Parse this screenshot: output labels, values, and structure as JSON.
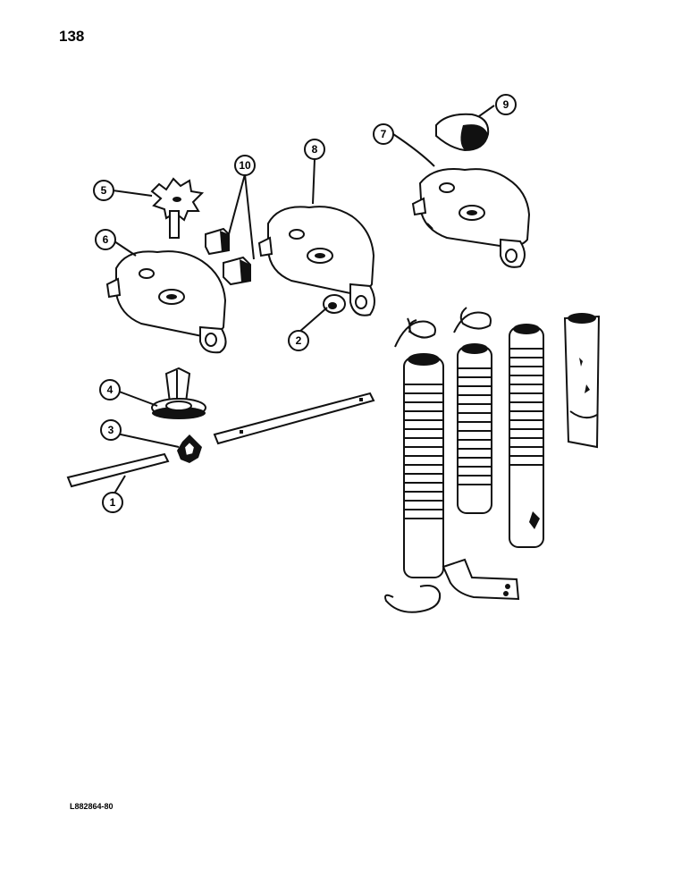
{
  "page": {
    "number": "138",
    "drawing_code": "L882864-80"
  },
  "callouts": [
    {
      "id": "callout-1",
      "label": "1",
      "part": "drive-shaft-short"
    },
    {
      "id": "callout-2",
      "label": "2",
      "part": "bushing"
    },
    {
      "id": "callout-3",
      "label": "3",
      "part": "pinion-gear"
    },
    {
      "id": "callout-4",
      "label": "4",
      "part": "bevel-gear-with-hub"
    },
    {
      "id": "callout-5",
      "label": "5",
      "part": "star-drive-wheel"
    },
    {
      "id": "callout-6",
      "label": "6",
      "part": "gearbox-housing-left"
    },
    {
      "id": "callout-7",
      "label": "7",
      "part": "gearbox-housing-right"
    },
    {
      "id": "callout-8",
      "label": "8",
      "part": "gearbox-housing-center"
    },
    {
      "id": "callout-9",
      "label": "9",
      "part": "cap"
    },
    {
      "id": "callout-10",
      "label": "10",
      "part": "clip-pair"
    }
  ]
}
